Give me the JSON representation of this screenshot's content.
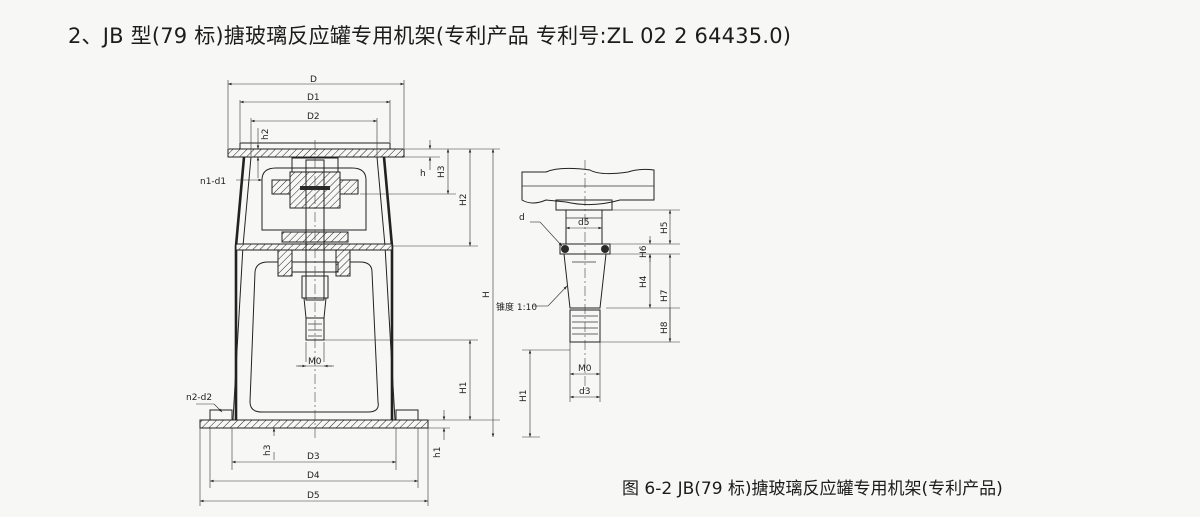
{
  "title": "2、JB 型(79 标)搪玻璃反应罐专用机架(专利产品  专利号:ZL 02 2 64435.0)",
  "caption": "图 6-2  JB(79 标)搪玻璃反应罐专用机架(专利产品)",
  "labels": {
    "D": "D",
    "D1": "D1",
    "D2": "D2",
    "D3": "D3",
    "D4": "D4",
    "D5": "D5",
    "h": "h",
    "h1": "h1",
    "h2": "h2",
    "h3": "h3",
    "H": "H",
    "H1": "H1",
    "H2": "H2",
    "H3": "H3",
    "n1d1": "n1-d1",
    "n2d2": "n2-d2",
    "M0": "M0",
    "d": "d",
    "d3": "d3",
    "d5": "d5",
    "H4": "H4",
    "H5": "H5",
    "H6": "H6",
    "H7": "H7",
    "H8": "H8",
    "taper": "锥度 1:10"
  }
}
